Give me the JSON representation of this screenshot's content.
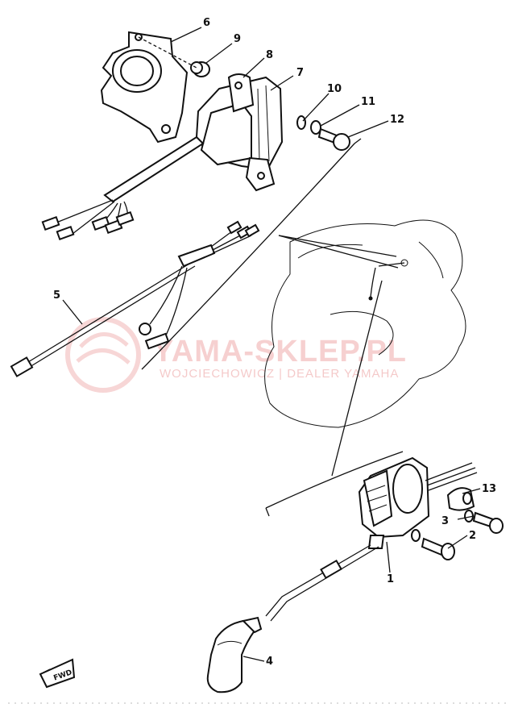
{
  "diagram": {
    "callouts": [
      "1",
      "2",
      "3",
      "4",
      "5",
      "6",
      "7",
      "8",
      "9",
      "10",
      "11",
      "12",
      "13"
    ]
  },
  "watermark": {
    "title": "YAMA-SKLEP.PL",
    "subtitle": "WOJCIECHOWICZ | DEALER YAMAHA",
    "color": "#e05a5a"
  },
  "direction_marker": {
    "label": "FWD"
  }
}
